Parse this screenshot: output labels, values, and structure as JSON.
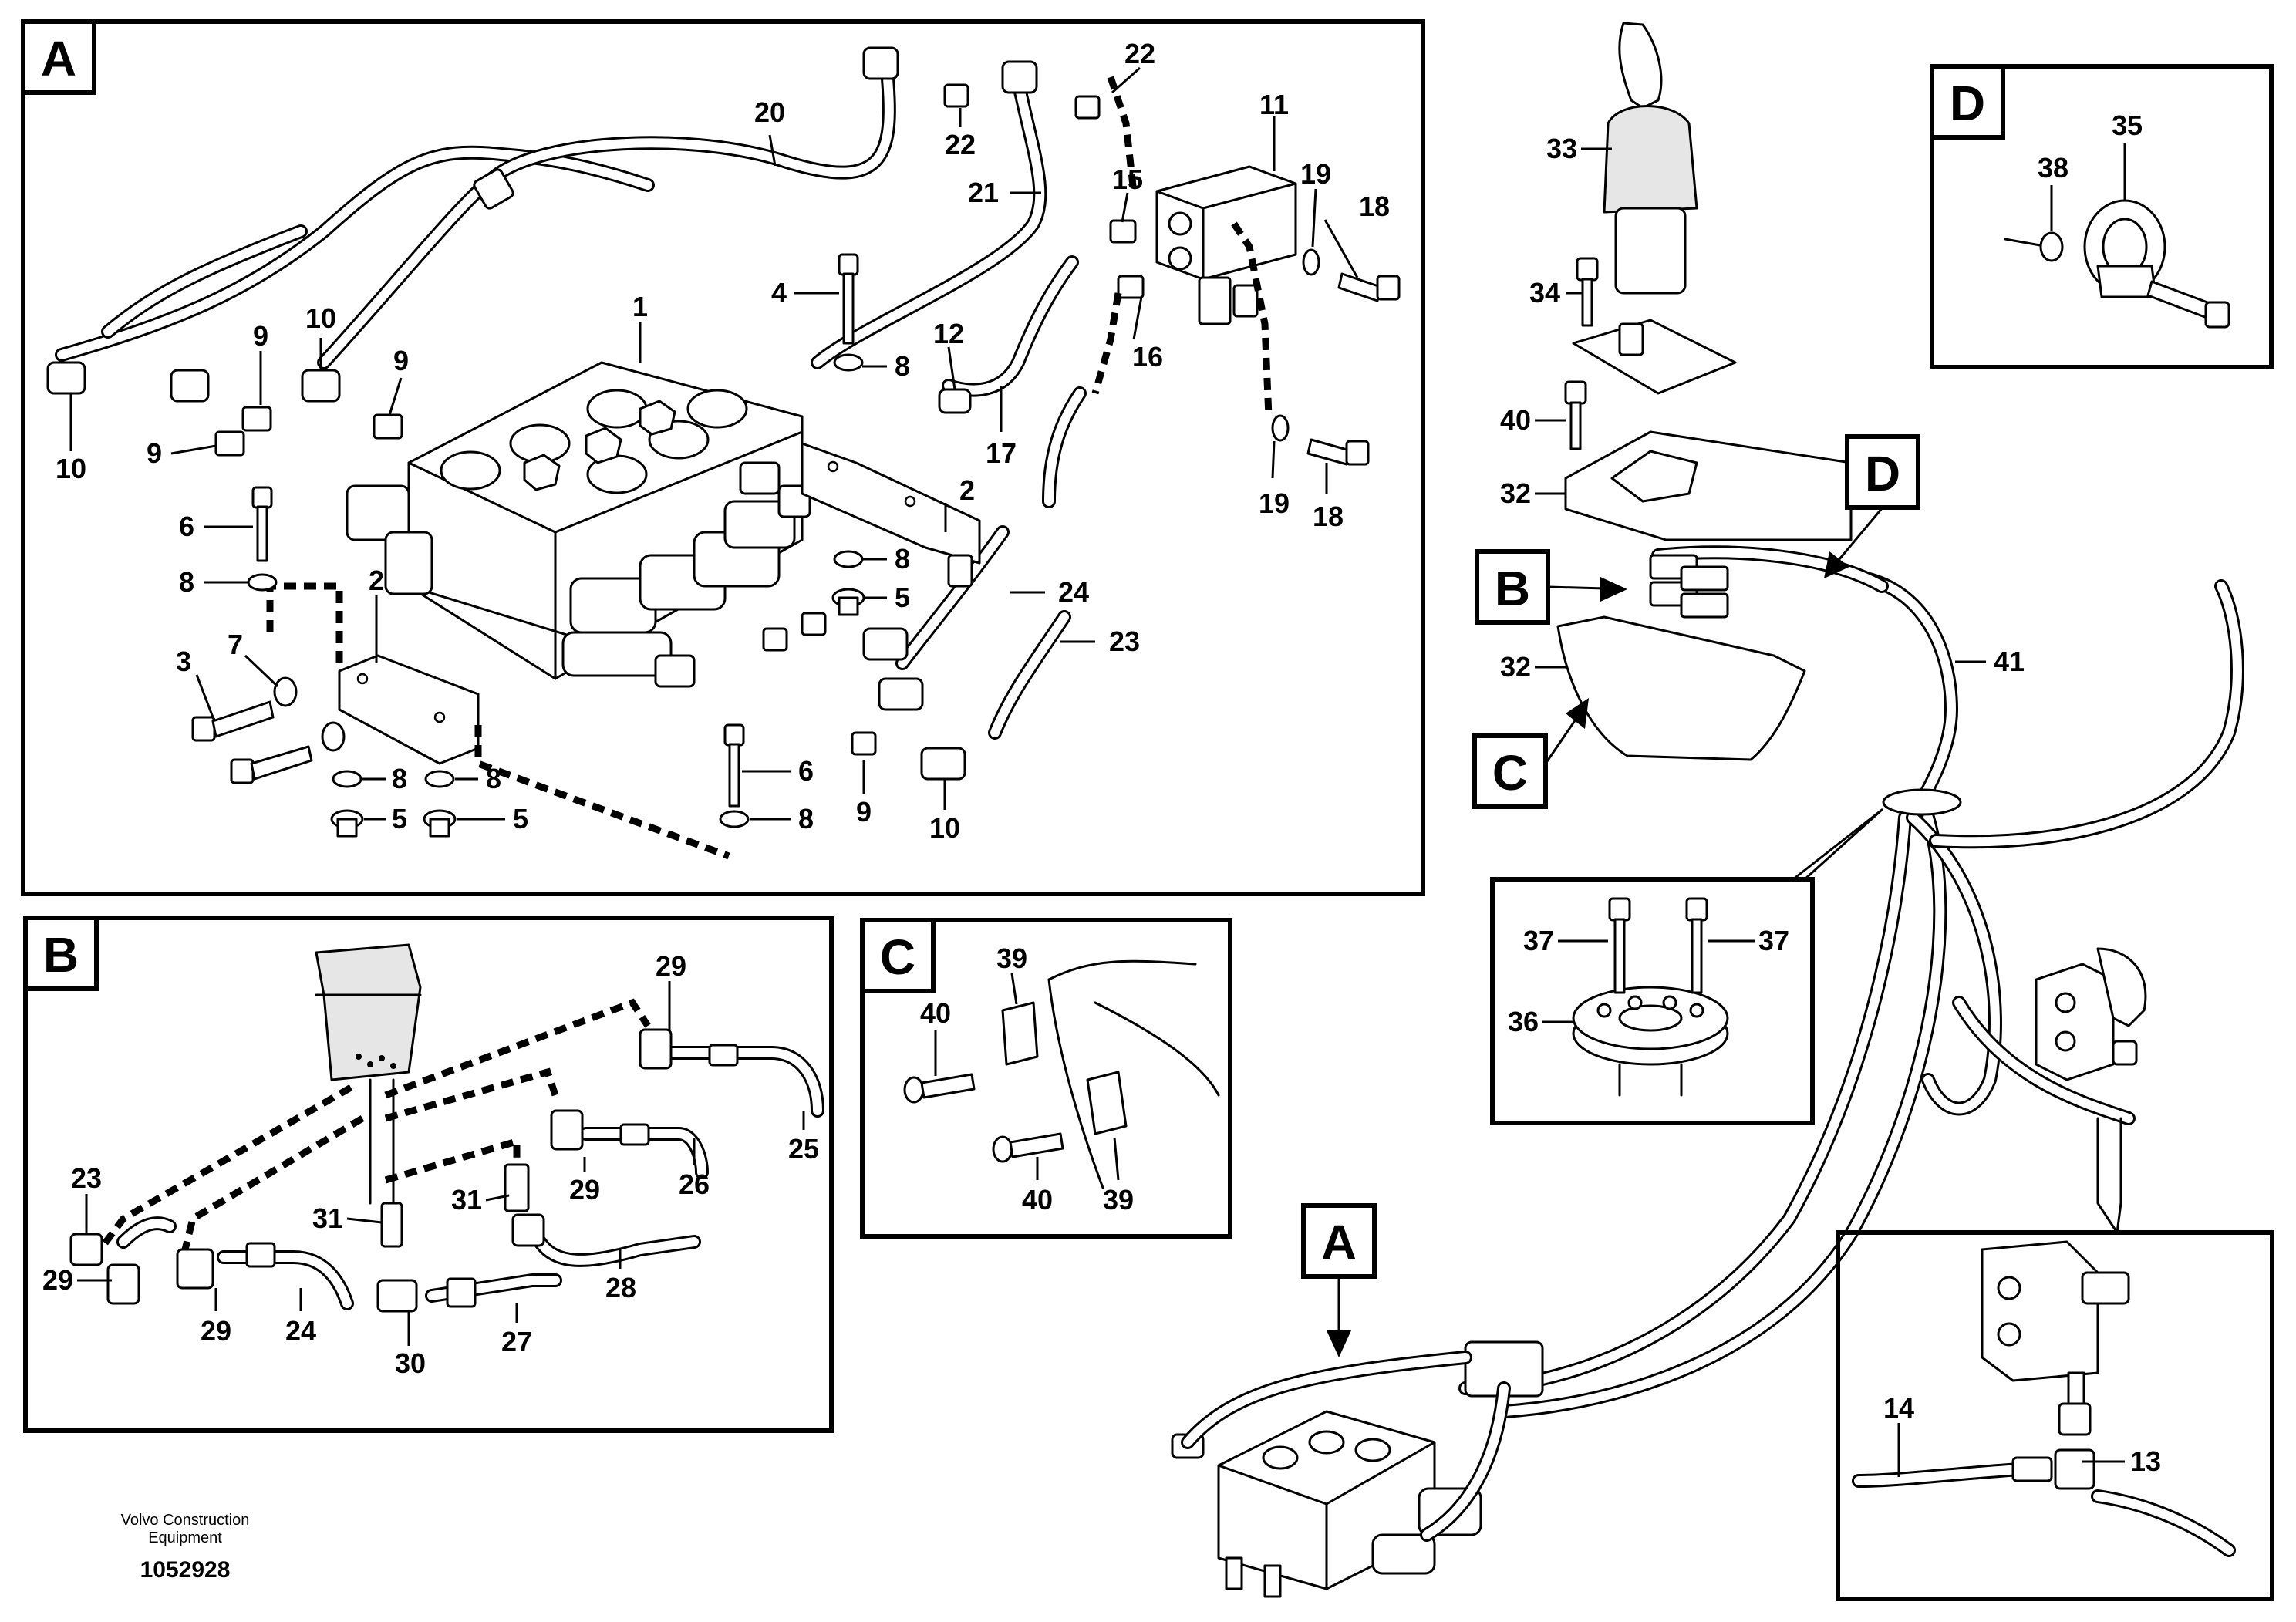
{
  "views": {
    "A": "A",
    "B": "B",
    "C": "C",
    "D": "D"
  },
  "callouts": {
    "a": {
      "n1": "1",
      "n2a": "2",
      "n2b": "2",
      "n3": "3",
      "n4": "4",
      "n5a": "5",
      "n5b": "5",
      "n5c": "5",
      "n6a": "6",
      "n6b": "6",
      "n7": "7",
      "n8a": "8",
      "n8b": "8",
      "n8c": "8",
      "n8d": "8",
      "n8e": "8",
      "n8f": "8",
      "n9a": "9",
      "n9b": "9",
      "n9c": "9",
      "n9d": "9",
      "n10a": "10",
      "n10b": "10",
      "n10c": "10",
      "n11": "11",
      "n12": "12",
      "n15": "15",
      "n16": "16",
      "n17": "17",
      "n18a": "18",
      "n18b": "18",
      "n19a": "19",
      "n19b": "19",
      "n20": "20",
      "n21": "21",
      "n22a": "22",
      "n22b": "22",
      "n23": "23",
      "n24": "24"
    },
    "b": {
      "n23": "23",
      "n24": "24",
      "n25": "25",
      "n26": "26",
      "n27": "27",
      "n28": "28",
      "n29a": "29",
      "n29b": "29",
      "n29c": "29",
      "n29d": "29",
      "n30": "30",
      "n31a": "31",
      "n31b": "31"
    },
    "c": {
      "n39a": "39",
      "n39b": "39",
      "n40a": "40",
      "n40b": "40"
    },
    "d": {
      "n35": "35",
      "n38": "38"
    },
    "overview": {
      "n32a": "32",
      "n32b": "32",
      "n33": "33",
      "n34": "34",
      "n36": "36",
      "n37a": "37",
      "n37b": "37",
      "n40": "40",
      "n41": "41",
      "n13": "13",
      "n14": "14"
    }
  },
  "footer": {
    "company_line1": "Volvo Construction",
    "company_line2": "Equipment",
    "drawing_number": "1052928"
  }
}
